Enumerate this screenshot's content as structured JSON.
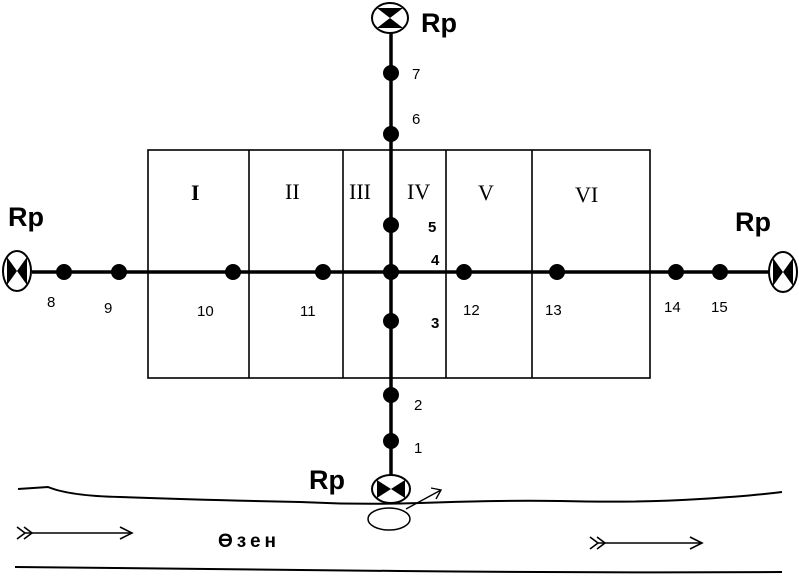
{
  "benchmark_label": "Rp",
  "sections": [
    "I",
    "II",
    "III",
    "IV",
    "V",
    "VI"
  ],
  "points": {
    "p1": "1",
    "p2": "2",
    "p3": "3",
    "p4": "4",
    "p5": "5",
    "p6": "6",
    "p7": "7",
    "p8": "8",
    "p9": "9",
    "p10": "10",
    "p11": "11",
    "p12": "12",
    "p13": "13",
    "p14": "14",
    "p15": "15"
  },
  "river_label": "Өзен",
  "colors": {
    "line": "#000000",
    "background": "#ffffff"
  }
}
